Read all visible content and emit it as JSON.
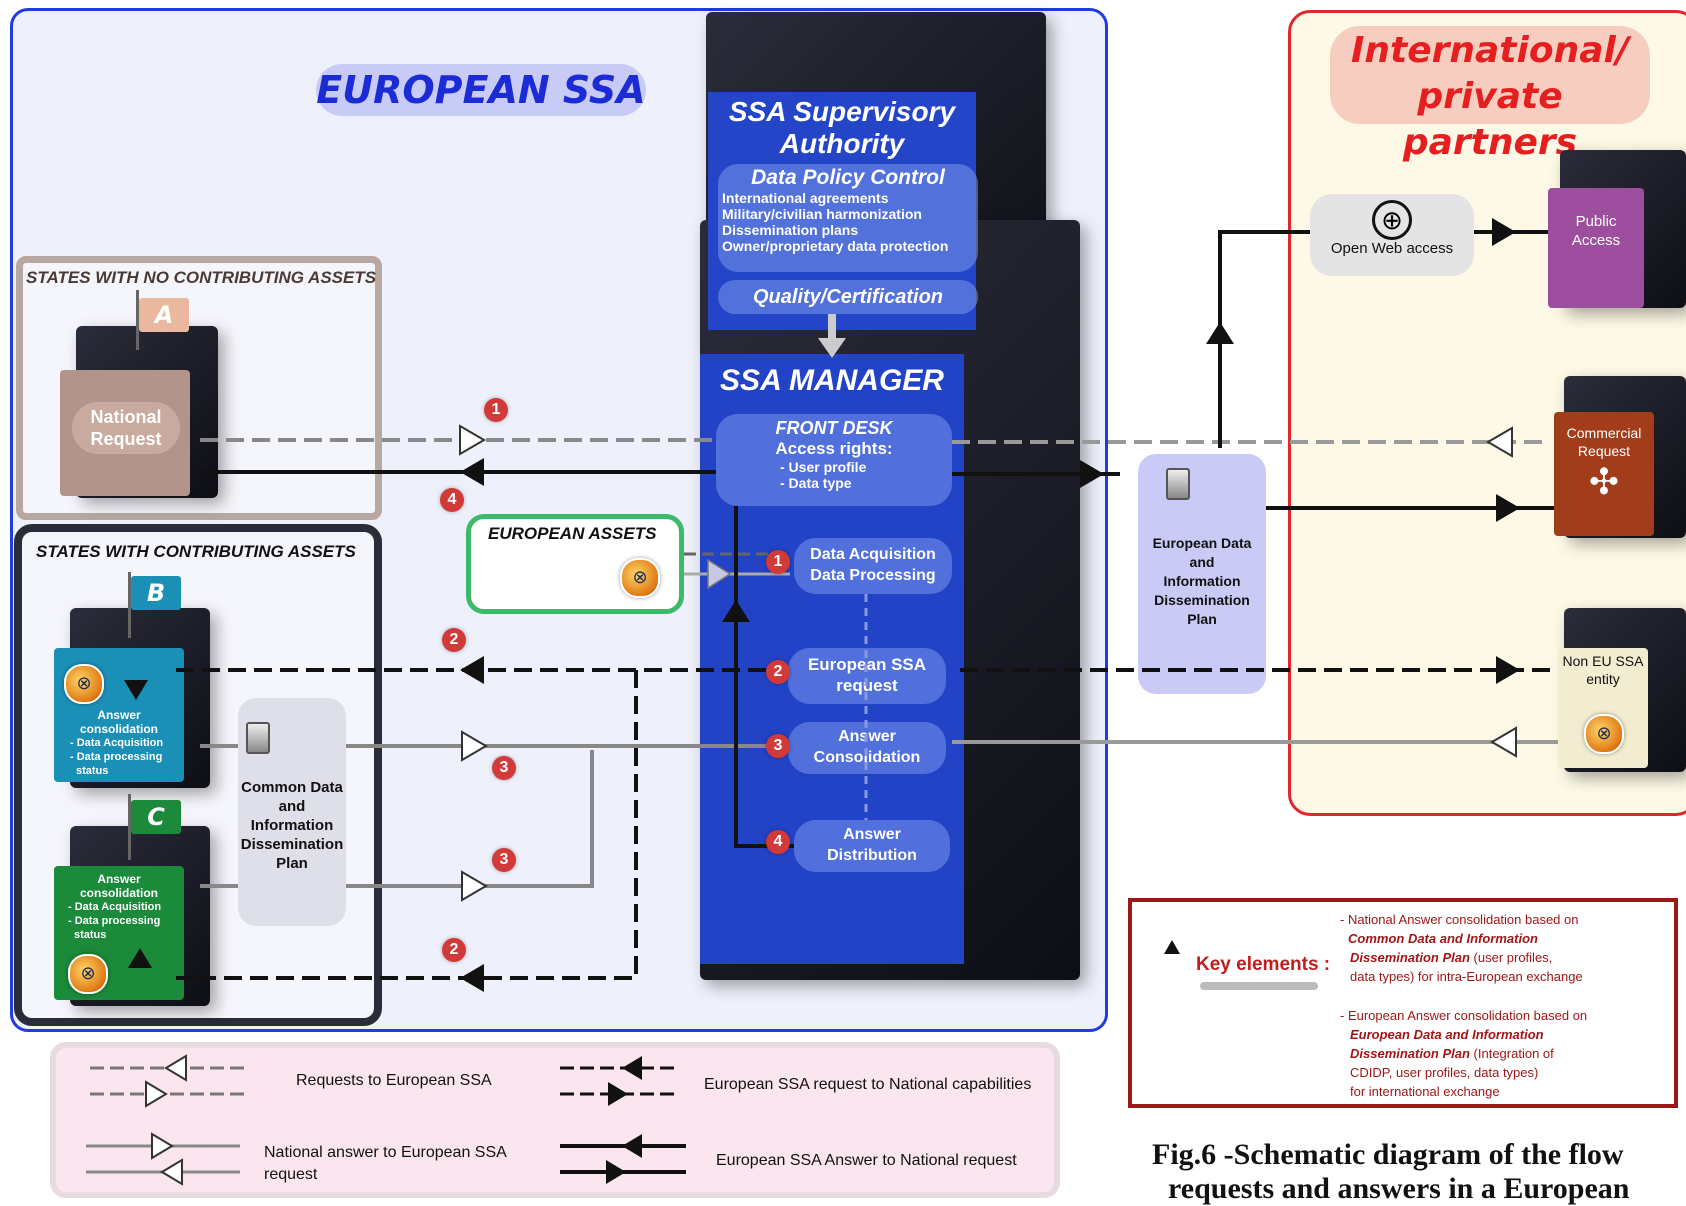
{
  "titles": {
    "european_ssa": "EUROPEAN SSA",
    "intl_line1": "International/",
    "intl_line2": "private partners"
  },
  "states_no_assets": {
    "label": "STATES WITH NO CONTRIBUTING ASSETS",
    "flag": "A",
    "request_line1": "National",
    "request_line2": "Request"
  },
  "states_with_assets": {
    "label": "STATES WITH CONTRIBUTING ASSETS",
    "flag_b": "B",
    "flag_c": "C",
    "b_lines": [
      "Answer",
      "consolidation",
      "- Data Acquisition",
      "- Data processing",
      "status"
    ],
    "c_lines": [
      "Answer",
      "consolidation",
      "- Data Acquisition",
      "- Data processing",
      "status"
    ]
  },
  "common_plan": [
    "Common Data",
    "and",
    "Information",
    "Dissemination",
    "Plan"
  ],
  "european_assets": "EUROPEAN ASSETS",
  "supervisory": {
    "title_line1": "SSA Supervisory",
    "title_line2": "Authority",
    "data_policy": "Data Policy Control",
    "items": [
      "International agreements",
      "Military/civilian  harmonization",
      "Dissemination plans",
      "Owner/proprietary data protection"
    ],
    "quality": "Quality/Certification"
  },
  "manager": {
    "title": "SSA MANAGER",
    "front_desk": "FRONT DESK",
    "access_rights": "Access rights:",
    "access_items": [
      "- User profile",
      "- Data type"
    ],
    "acq_line1": "Data Acquisition",
    "acq_line2": "Data Processing",
    "req_line1": "European SSA",
    "req_line2": "request",
    "cons_line1": "Answer",
    "cons_line2": "Consolidation",
    "dist_line1": "Answer",
    "dist_line2": "Distribution"
  },
  "eu_plan": [
    "European Data",
    "and",
    "Information",
    "Dissemination",
    "Plan"
  ],
  "partners": {
    "open_web": "Open Web access",
    "public_line1": "Public",
    "public_line2": "Access",
    "commercial_line1": "Commercial",
    "commercial_line2": "Request",
    "non_eu_line1": "Non EU SSA",
    "non_eu_line2": "entity"
  },
  "numbers": {
    "one": "1",
    "two": "2",
    "three": "3",
    "four": "4"
  },
  "legend": {
    "requests": "Requests to European SSA",
    "eu_to_national": "European SSA request to National capabilities",
    "national_answer_line1": "National answer to European SSA",
    "national_answer_line2": "request",
    "eu_answer": "European SSA Answer to National request"
  },
  "key": {
    "label": "Key elements :",
    "p1_line1": "- National Answer consolidation based on",
    "p1_line2": "Common Data and Information",
    "p1_line3a": "Dissemination Plan",
    "p1_line3b": " (user profiles,",
    "p1_line4": "data types) for intra-European exchange",
    "p2_line1": "- European Answer consolidation based on",
    "p2_line2": "European Data and Information",
    "p2_line3a": "Dissemination Plan",
    "p2_line3b": " (Integration of",
    "p2_line4": "CDIDP, user profiles, data types)",
    "p2_line5": "for international exchange"
  },
  "caption": {
    "line1": "Fig.6 -Schematic diagram of the flow",
    "line2": "requests and answers in a European"
  },
  "colors": {
    "eu_frame": "#1f3de0",
    "intl_frame": "#e3262b",
    "manager_blue": "#2341c9",
    "badge_red": "#d23a3a"
  }
}
